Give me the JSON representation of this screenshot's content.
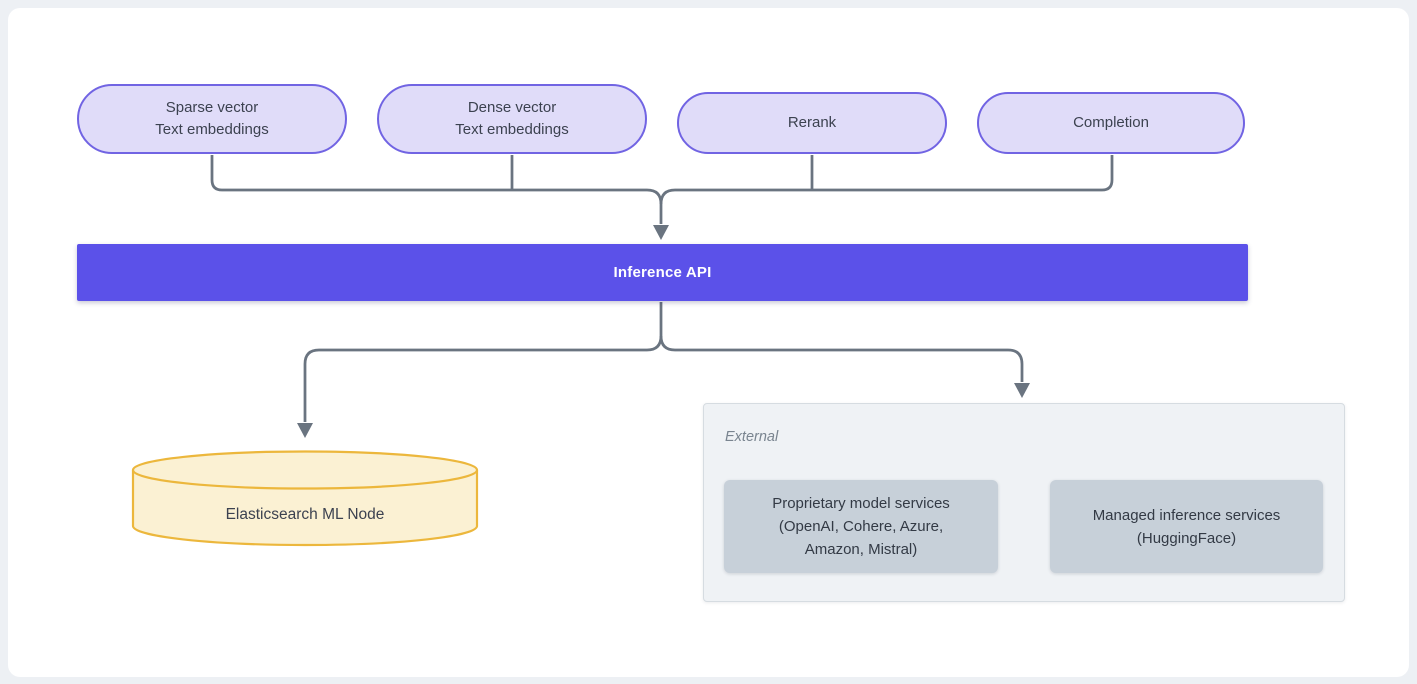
{
  "colors": {
    "page_background": "#EDF0F4",
    "card_background": "#FFFFFF",
    "pill_fill": "#E0DCF9",
    "pill_border": "#7164E3",
    "inference_bar": "#5B51E9",
    "inference_bar_text": "#FFFFFF",
    "connector_line": "#6A7480",
    "cylinder_fill": "#FBF1D3",
    "cylinder_border": "#ECB73C",
    "external_panel_fill": "#EFF2F5",
    "external_panel_border": "#D6DCE1",
    "service_box_fill": "#C7D0D9",
    "text_dark": "#3C4250",
    "text_muted": "#79848F"
  },
  "pills": [
    {
      "line1": "Sparse vector",
      "line2": "Text embeddings"
    },
    {
      "line1": "Dense vector",
      "line2": "Text embeddings"
    },
    {
      "line1": "Rerank"
    },
    {
      "line1": "Completion"
    }
  ],
  "inference_bar": {
    "label": "Inference API"
  },
  "elasticsearch": {
    "label": "Elasticsearch ML Node"
  },
  "external": {
    "title": "External",
    "services": [
      {
        "line1": "Proprietary model services",
        "line2": "(OpenAI, Cohere, Azure,",
        "line3": "Amazon, Mistral)"
      },
      {
        "line1": "Managed inference services",
        "line2": "(HuggingFace)"
      }
    ]
  }
}
